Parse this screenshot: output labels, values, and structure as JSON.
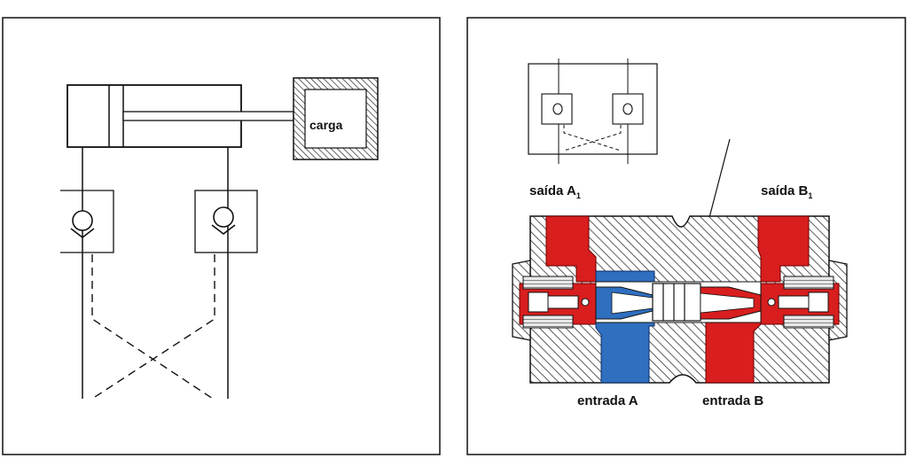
{
  "schematic": {
    "load_label": "carga"
  },
  "section_view": {
    "outlet_a_label": "saída A",
    "outlet_a_subscript": "1",
    "outlet_b_label": "saída B",
    "outlet_b_subscript": "1",
    "inlet_a_label": "entrada A",
    "inlet_b_label": "entrada B"
  },
  "colors": {
    "port_a_fluid": "#2f6fc0",
    "port_b_fluid": "#d81e1e",
    "hatch": "#333333",
    "line": "#111111"
  }
}
